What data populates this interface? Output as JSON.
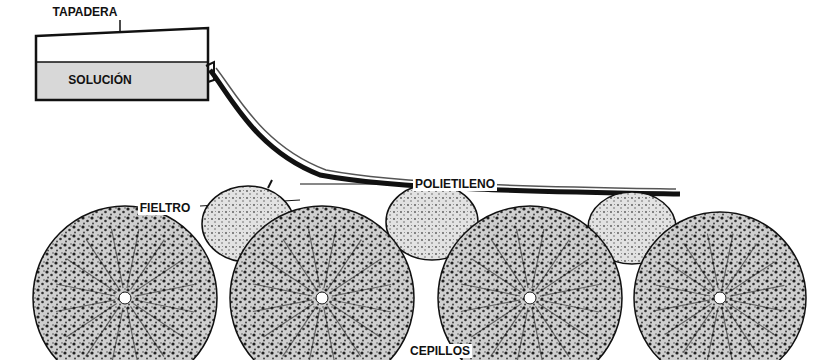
{
  "diagram": {
    "labels": [
      "TAPADERA",
      "SOLUCIÓN",
      "FIELTRO",
      "POLIETILENO",
      "CEPILLOS"
    ]
  }
}
